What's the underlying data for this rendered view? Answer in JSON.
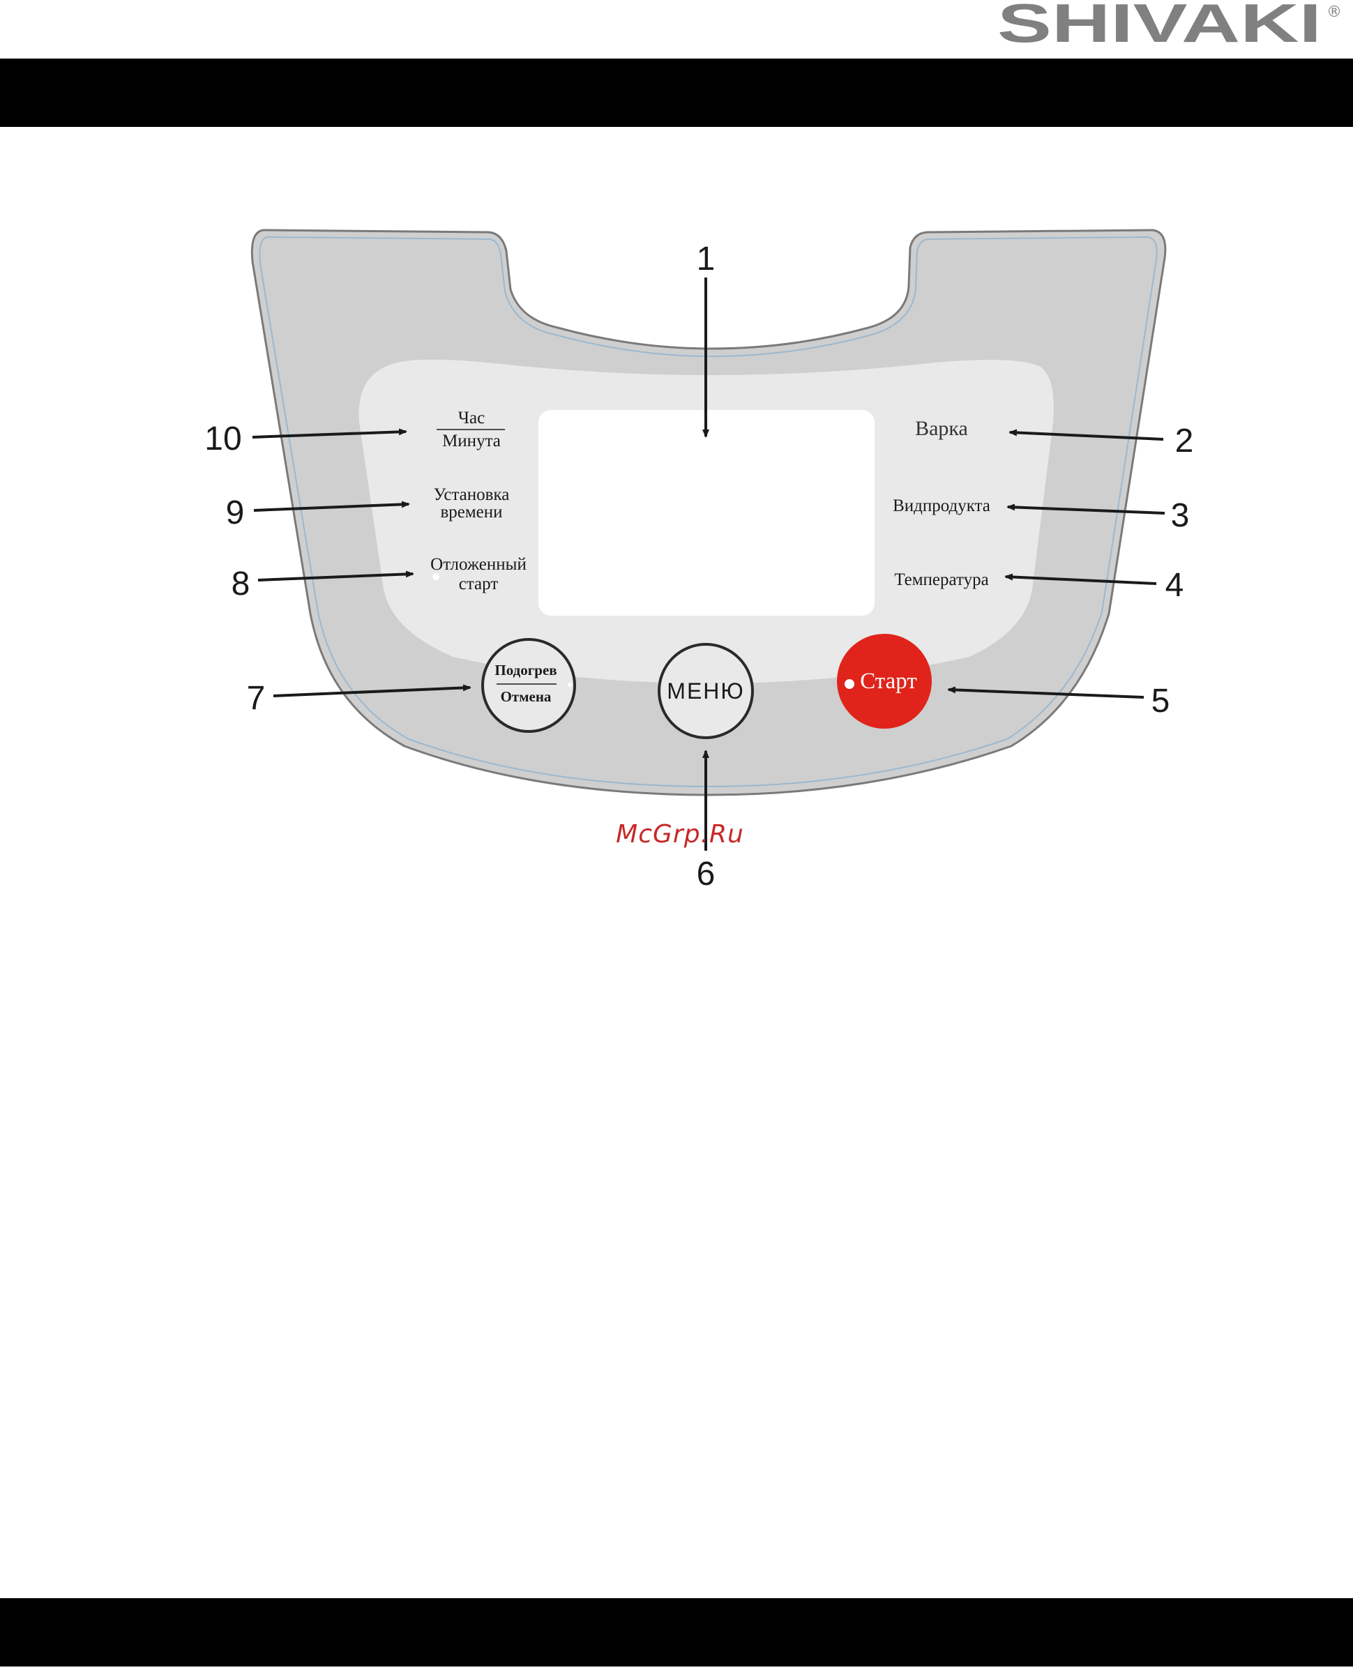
{
  "brand": {
    "name": "SHIVAKI",
    "registered_mark": "®"
  },
  "panel": {
    "labels": {
      "hour": "Час",
      "minute": "Минута",
      "set_time_line1": "Установка",
      "set_time_line2": "времени",
      "delayed_line1": "Отложенный",
      "delayed_line2": "старт",
      "cook": "Варка",
      "product_type": "Видпродукта",
      "temperature": "Температура"
    },
    "buttons": {
      "warm_line1": "Подогрев",
      "warm_line2": "Отмена",
      "menu": "МЕНЮ",
      "start": "Старт"
    }
  },
  "callouts": [
    "1",
    "2",
    "3",
    "4",
    "5",
    "6",
    "7",
    "8",
    "9",
    "10"
  ],
  "watermark": "McGrp.Ru",
  "colors": {
    "panel_gray": "#cfcfcf",
    "inner_light": "#e9e9e9",
    "start_red": "#e0241b",
    "bars": "#000000"
  }
}
